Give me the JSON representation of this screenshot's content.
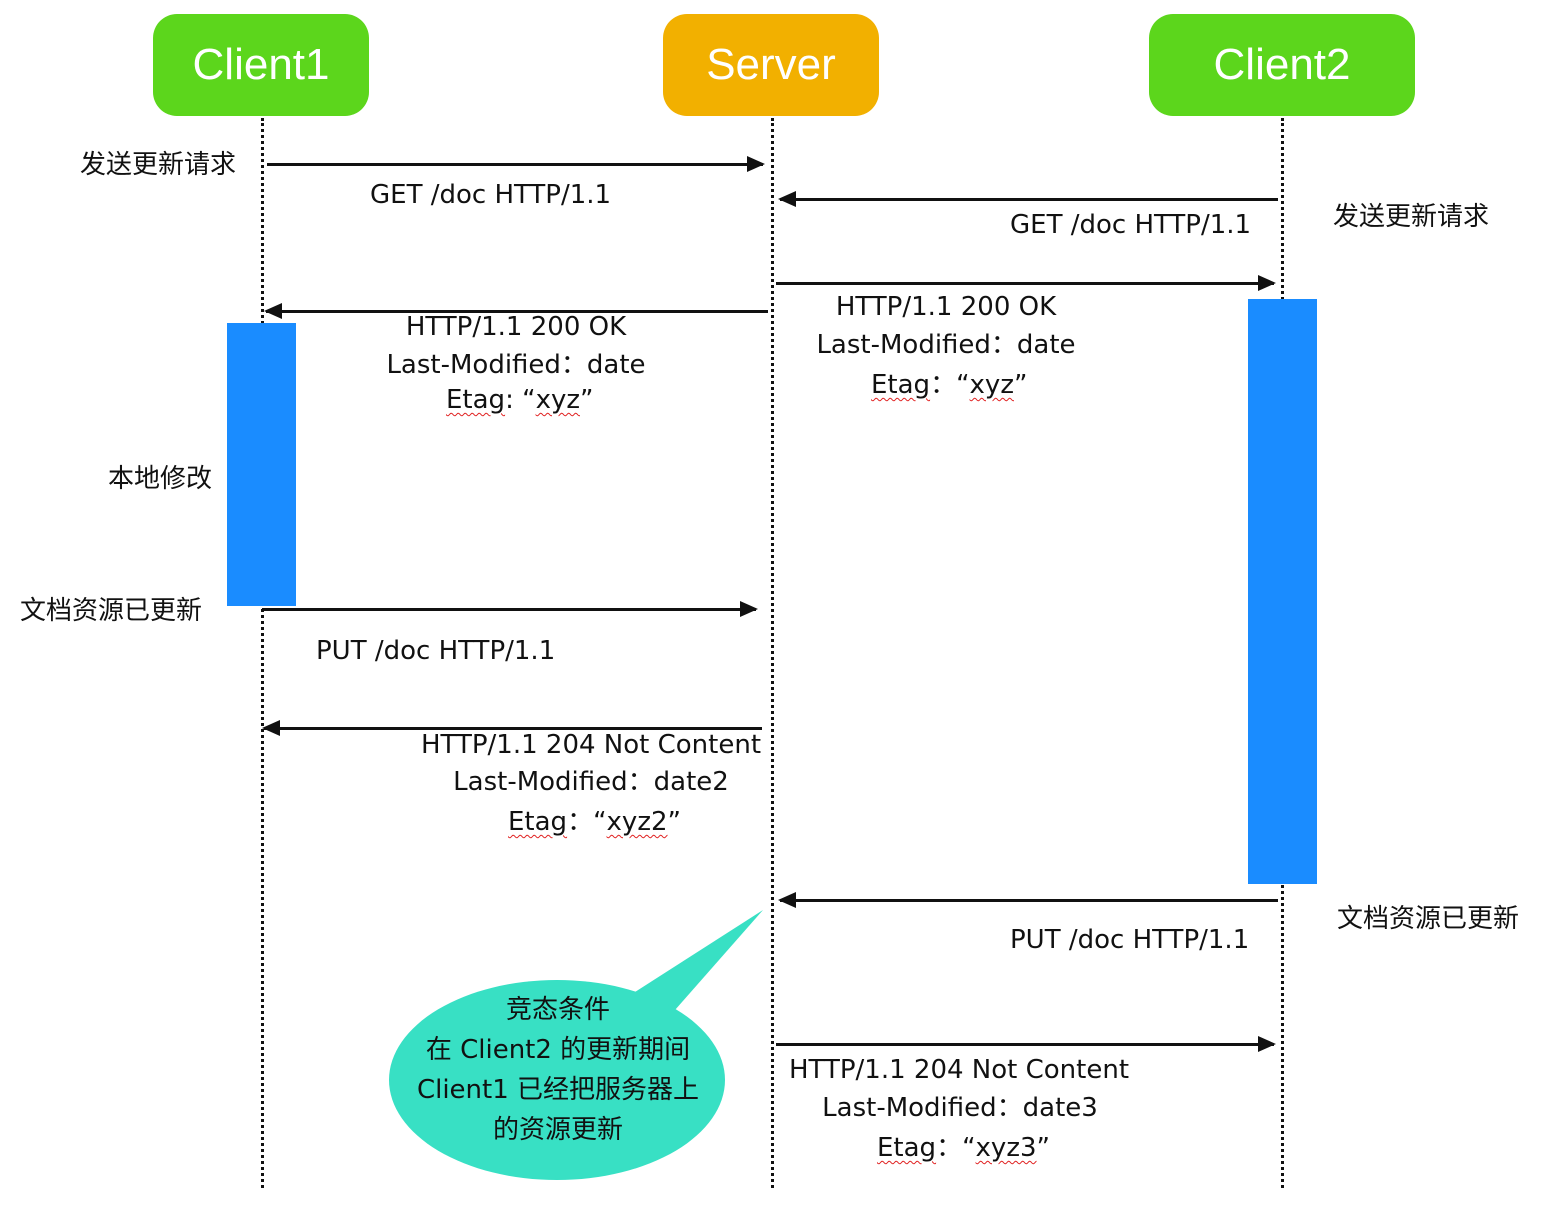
{
  "actors": {
    "client1": "Client1",
    "server": "Server",
    "client2": "Client2"
  },
  "colors": {
    "actor_client": "#5cd61c",
    "actor_server": "#f2b000",
    "activation": "#1a8cff",
    "bubble": "#38e0c4"
  },
  "side_labels": {
    "c1_send": "发送更新请求",
    "c2_send": "发送更新请求",
    "c1_local_edit": "本地修改",
    "c1_updated": "文档资源已更新",
    "c2_updated": "文档资源已更新"
  },
  "messages": {
    "c1_get": "GET /doc  HTTP/1.1",
    "c2_get": "GET /doc  HTTP/1.1",
    "c1_ok_status": "HTTP/1.1 200 OK",
    "c1_ok_lm": "Last-Modified：date",
    "c1_ok_etag_label": "Etag",
    "c1_ok_etag_sep": ": “",
    "c1_ok_etag_val": "xyz",
    "c1_ok_etag_end": "”",
    "c2_ok_status": "HTTP/1.1 200 OK",
    "c2_ok_lm": "Last-Modified：date",
    "c2_ok_etag_label": "Etag",
    "c2_ok_etag_sep": "：“",
    "c2_ok_etag_val": "xyz",
    "c2_ok_etag_end": "”",
    "c1_put": "PUT /doc  HTTP/1.1",
    "c1_204_status": "HTTP/1.1 204 Not  Content",
    "c1_204_lm": "Last-Modified：date2",
    "c1_204_etag_label": "Etag",
    "c1_204_etag_sep": "：“",
    "c1_204_etag_val": "xyz2",
    "c1_204_etag_end": "”",
    "c2_put": "PUT /doc  HTTP/1.1",
    "c2_204_status": "HTTP/1.1 204 Not  Content",
    "c2_204_lm": "Last-Modified：date3",
    "c2_204_etag_label": "Etag",
    "c2_204_etag_sep": "：“",
    "c2_204_etag_val": "xyz3",
    "c2_204_etag_end": "”"
  },
  "callout": {
    "line1": "竞态条件",
    "line2": "在 Client2 的更新期间",
    "line3": "Client1 已经把服务器上",
    "line4": "的资源更新"
  }
}
